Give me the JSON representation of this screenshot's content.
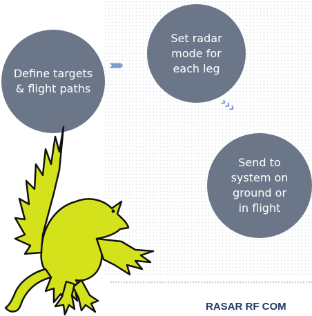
{
  "steps": [
    {
      "label": "Define targets\n& flight paths"
    },
    {
      "label": "Set radar\nmode for\neach leg"
    },
    {
      "label": "Send to\nsystem on\nground or\nin flight"
    }
  ],
  "arrows": {
    "h_glyph": "›››››",
    "v_glyph": "›››"
  },
  "footer": {
    "text": "RASAR RF COM"
  },
  "logo": {
    "name": "griffin-logo",
    "color": "#d4e21c"
  },
  "colors": {
    "circle": "#6b7789",
    "chevron": "#6f8fc0",
    "footer": "#1f3a66"
  }
}
